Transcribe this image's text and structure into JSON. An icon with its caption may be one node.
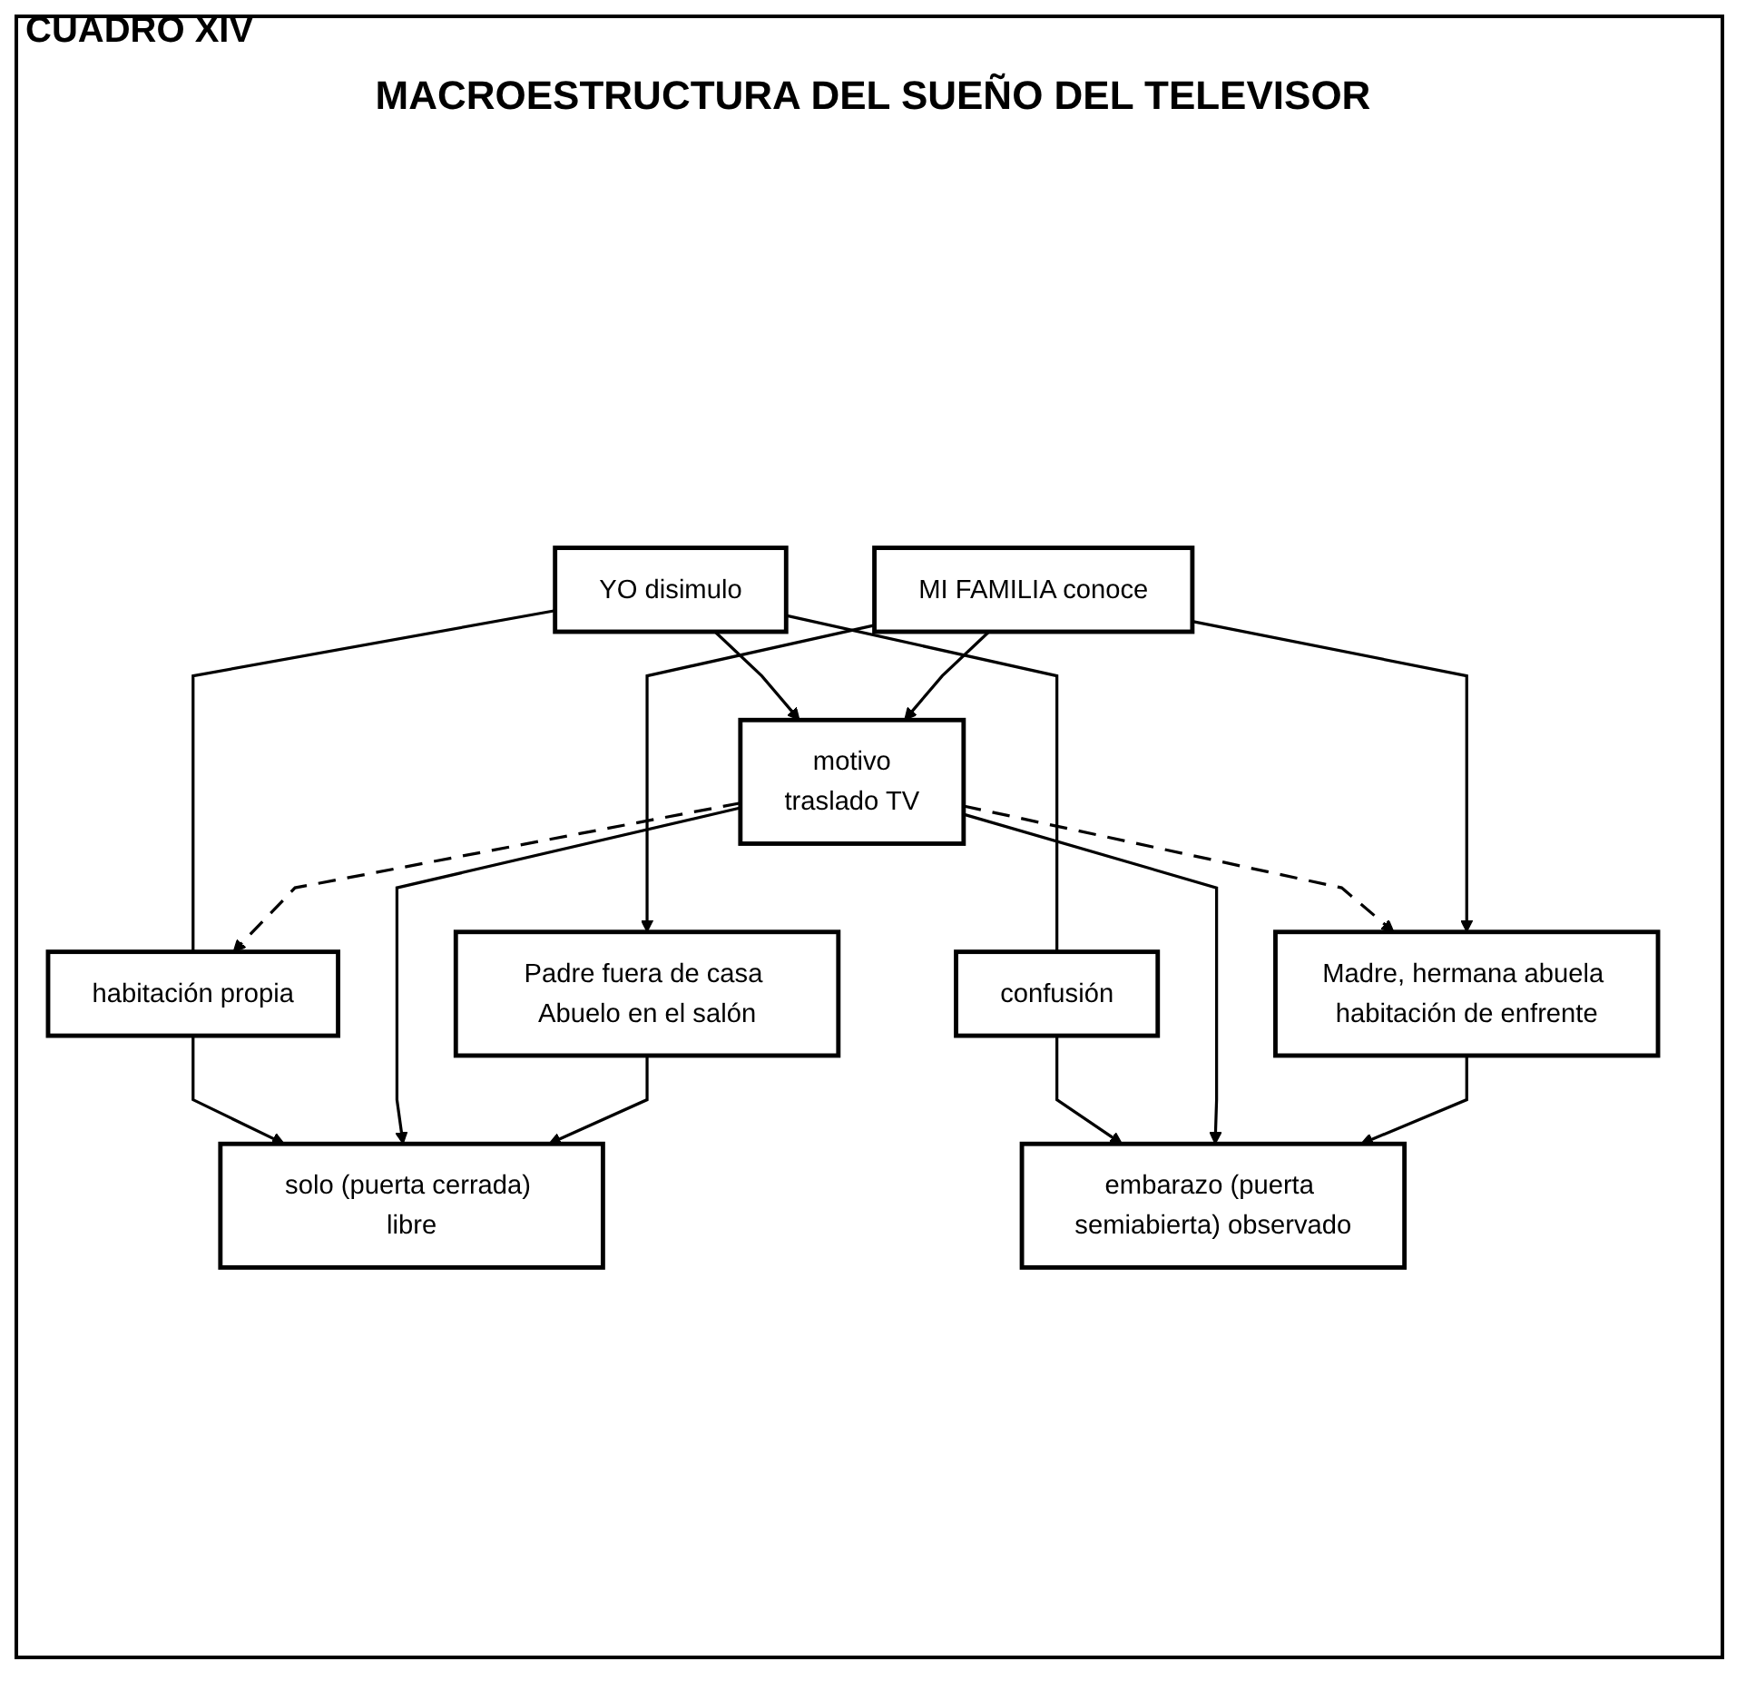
{
  "diagram": {
    "title": "MACROESTRUCTURA DEL SUEÑO DEL TELEVISOR",
    "nodes": [
      {
        "text": [
          "YO disimulo"
        ]
      },
      {
        "text": [
          "habitación propia"
        ]
      },
      {
        "text": [
          "confusión"
        ]
      },
      {
        "text": [
          "solo (puerta cerrada) libre"
        ]
      },
      {
        "text": [
          "motivo",
          "traslado TV"
        ]
      },
      {
        "text": [
          "embarazo (puerta semiabierta) observado"
        ]
      },
      {
        "text": [
          "Padre fuera de casa Abuelo en el salón"
        ]
      },
      {
        "text": [
          "Madre, hermana abuela habitación de enfrente"
        ]
      },
      {
        "text": [
          "MI FAMILIA conoce"
        ]
      }
    ],
    "edges": [
      {
        "from": 0,
        "to": 1,
        "arrow": "none"
      },
      {
        "from": 0,
        "to": 2,
        "arrow": "none"
      },
      {
        "from": 0,
        "to": 4,
        "arrow": "to"
      },
      {
        "from": 1,
        "to": 3,
        "arrow": "to"
      },
      {
        "from": 2,
        "to": 5,
        "arrow": "to"
      },
      {
        "from": 4,
        "to": 3,
        "arrow": "to"
      },
      {
        "from": 4,
        "to": 5,
        "arrow": "to"
      },
      {
        "from": 4,
        "to": 1,
        "arrow": "to",
        "style": "dashed"
      },
      {
        "from": 4,
        "to": 7,
        "arrow": "to",
        "style": "dashed"
      },
      {
        "from": 6,
        "to": 3,
        "arrow": "to"
      },
      {
        "from": 7,
        "to": 5,
        "arrow": "to"
      },
      {
        "from": 8,
        "to": 4,
        "arrow": "to"
      },
      {
        "from": 8,
        "to": 6,
        "arrow": "to"
      },
      {
        "from": 8,
        "to": 7,
        "arrow": "to"
      }
    ],
    "labels": [
      "CUADRO XIV"
    ]
  }
}
